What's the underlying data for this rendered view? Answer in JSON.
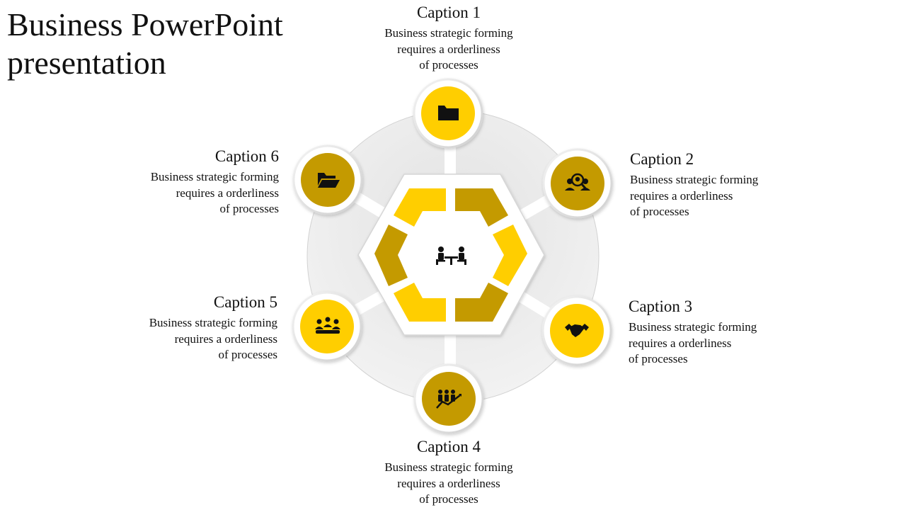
{
  "title": {
    "line1": "Business PowerPoint",
    "line2": "presentation"
  },
  "colors": {
    "yellow": "#FFCE00",
    "gold": "#C49A00",
    "ring": "#DCDCDC",
    "circle_border": "#E8E8E8"
  },
  "center": {
    "icon": "meeting-table-icon"
  },
  "nodes": [
    {
      "caption": "Caption 1",
      "lines": [
        "Business strategic forming",
        "requires a orderliness",
        "of processes"
      ],
      "icon": "folder-icon",
      "color": "yellow"
    },
    {
      "caption": "Caption 2",
      "lines": [
        "Business strategic forming",
        "requires a orderliness",
        "of processes"
      ],
      "icon": "user-search-icon",
      "color": "gold"
    },
    {
      "caption": "Caption 3",
      "lines": [
        "Business strategic forming",
        "requires a orderliness",
        "of processes"
      ],
      "icon": "handshake-icon",
      "color": "yellow"
    },
    {
      "caption": "Caption 4",
      "lines": [
        "Business strategic forming",
        "requires a orderliness",
        "of processes"
      ],
      "icon": "team-growth-icon",
      "color": "gold"
    },
    {
      "caption": "Caption 5",
      "lines": [
        "Business strategic forming",
        "requires a orderliness",
        "of processes"
      ],
      "icon": "meeting-group-icon",
      "color": "yellow"
    },
    {
      "caption": "Caption 6",
      "lines": [
        "Business strategic forming",
        "requires a orderliness",
        "of processes"
      ],
      "icon": "open-folder-icon",
      "color": "gold"
    }
  ]
}
